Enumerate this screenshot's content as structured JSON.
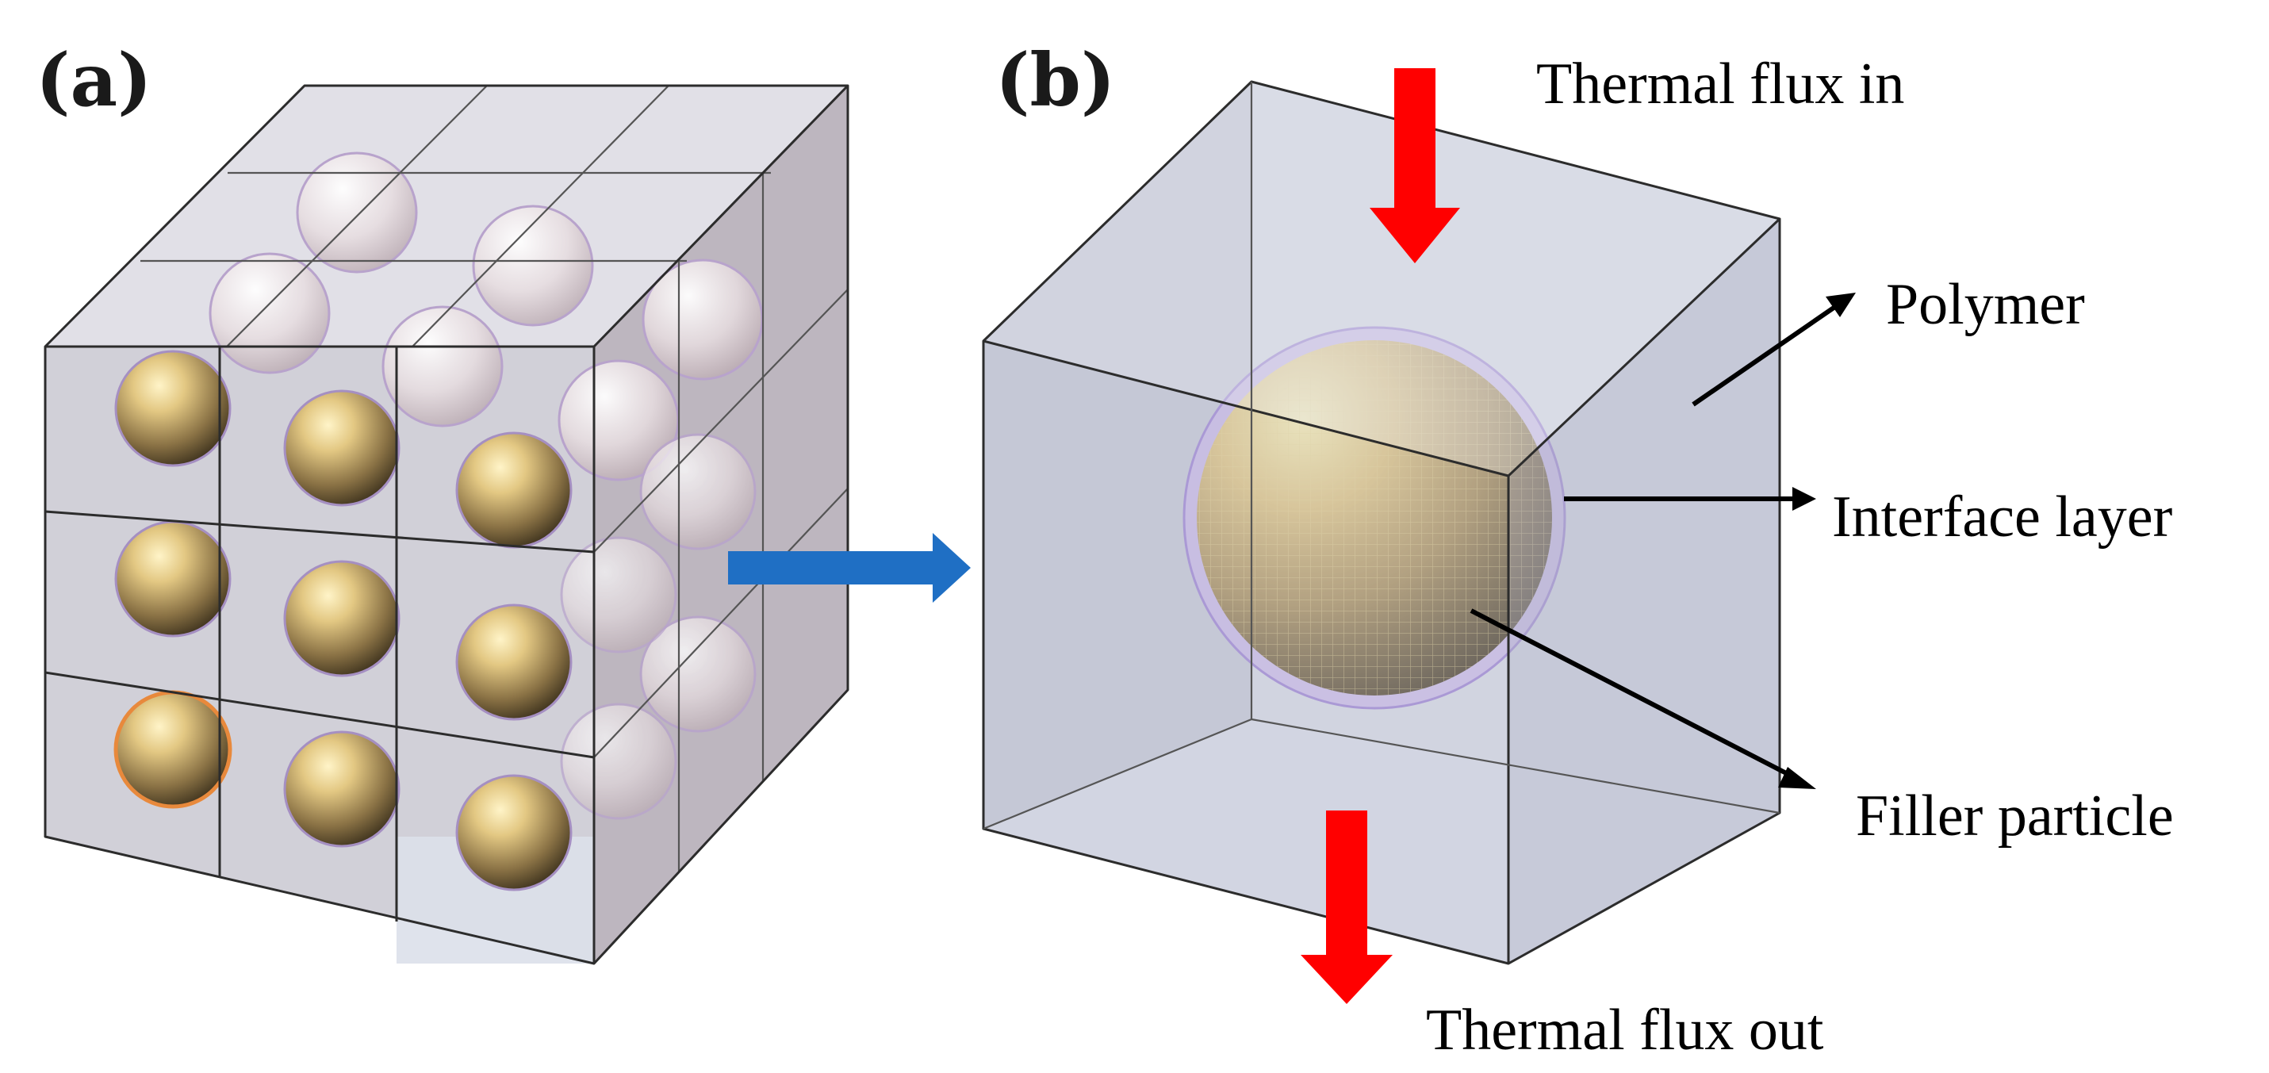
{
  "panels": {
    "a": {
      "label": "(a)"
    },
    "b": {
      "label": "(b)"
    }
  },
  "labels": {
    "thermal_in": "Thermal flux in",
    "thermal_out": "Thermal flux out",
    "polymer": "Polymer",
    "interface": "Interface layer",
    "filler": "Filler particle"
  },
  "colors": {
    "flux_arrow": "#ff0000",
    "transition_arrow": "#1f6fc4",
    "polymer_face": "#c9cad8",
    "interface_ring": "#b79be0",
    "particle_light": "#f6e7a6",
    "particle_mid": "#c8a860",
    "particle_dark": "#4a3c22",
    "highlight_ring": "#e8893c"
  }
}
